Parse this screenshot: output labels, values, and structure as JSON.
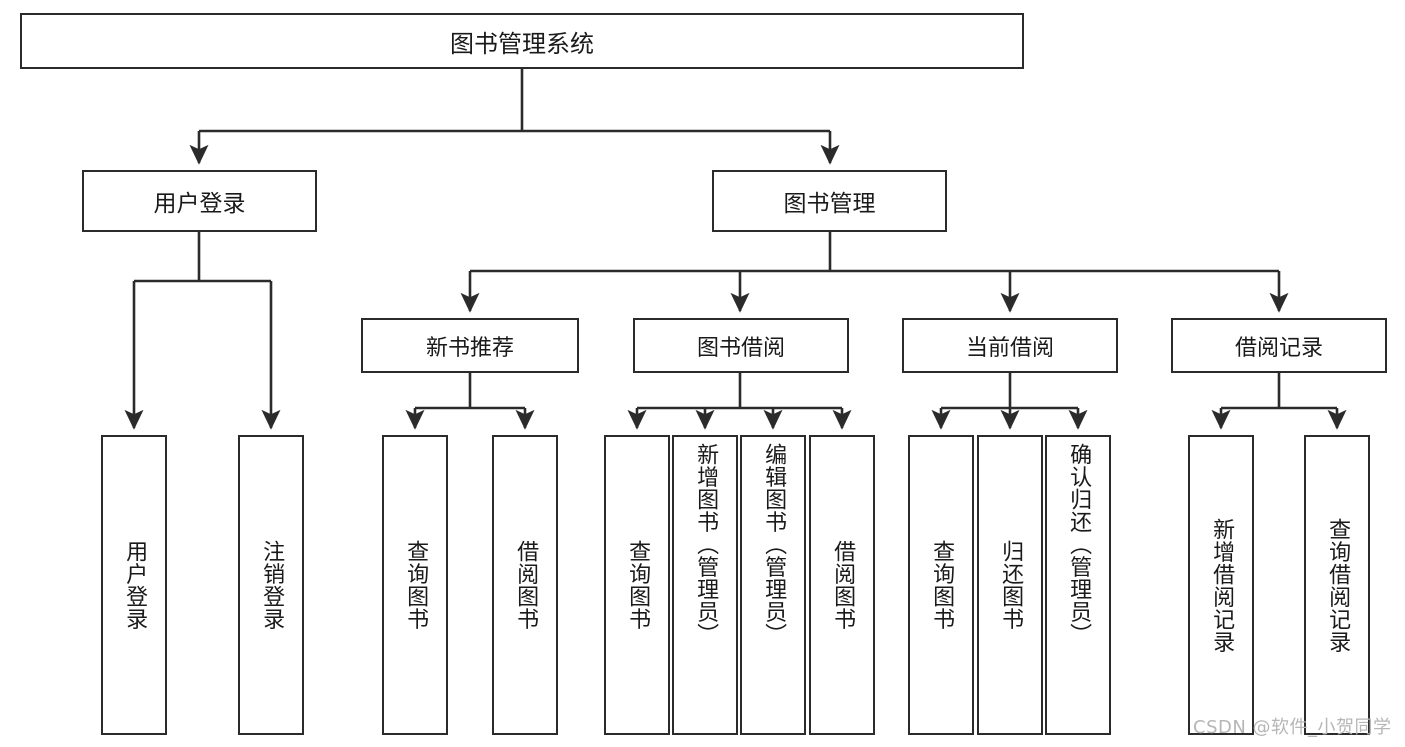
{
  "diagram": {
    "title": "图书管理系统",
    "type": "tree-hierarchy",
    "root": {
      "label": "图书管理系统"
    },
    "level1": [
      {
        "label": "用户登录"
      },
      {
        "label": "图书管理"
      }
    ],
    "level2": [
      {
        "label": "新书推荐",
        "parent": "图书管理"
      },
      {
        "label": "图书借阅",
        "parent": "图书管理"
      },
      {
        "label": "当前借阅",
        "parent": "图书管理"
      },
      {
        "label": "借阅记录",
        "parent": "图书管理"
      }
    ],
    "leaves": {
      "user_login": [
        {
          "label": "用户登录"
        },
        {
          "label": "注销登录"
        }
      ],
      "new_book_recommend": [
        {
          "label": "查询图书"
        },
        {
          "label": "借阅图书"
        }
      ],
      "book_borrow": [
        {
          "label": "查询图书"
        },
        {
          "label": "新增图书（管理员）"
        },
        {
          "label": "编辑图书（管理员）"
        },
        {
          "label": "借阅图书"
        }
      ],
      "current_borrow": [
        {
          "label": "查询图书"
        },
        {
          "label": "归还图书"
        },
        {
          "label": "确认归还（管理员）"
        }
      ],
      "borrow_record": [
        {
          "label": "新增借阅记录"
        },
        {
          "label": "查询借阅记录"
        }
      ]
    }
  },
  "watermark": {
    "text": "CSDN @软件_小贺同学"
  },
  "colors": {
    "border": "#2b2b2b",
    "background": "#ffffff",
    "text": "#1a1a1a",
    "watermark": "#b6b6b6"
  }
}
